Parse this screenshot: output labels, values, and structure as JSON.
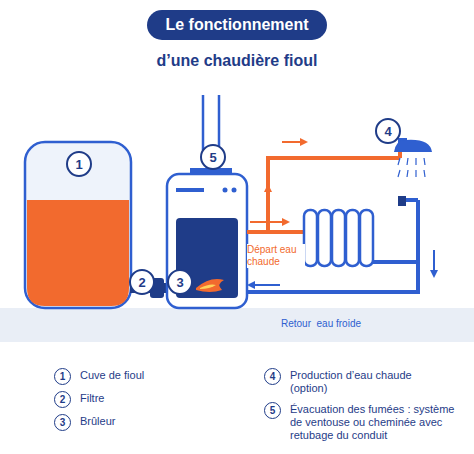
{
  "diagram": {
    "nodes": [
      {
        "text": [
          "Le fonctionnement"
        ]
      },
      {
        "text": [
          "1"
        ]
      },
      {
        "text": [
          "5"
        ]
      },
      {
        "text": [
          "4"
        ]
      },
      {
        "text": [
          "2"
        ]
      },
      {
        "text": [
          "3"
        ]
      },
      {
        "text": [
          "1"
        ]
      },
      {
        "text": [
          "2"
        ]
      },
      {
        "text": [
          "3"
        ]
      },
      {
        "text": [
          "4"
        ]
      },
      {
        "text": [
          "5"
        ]
      }
    ],
    "labels": [
      "d’une chaudière fioul",
      "Départ eau chaude",
      "Retour  eau froide",
      "Cuve de fioul",
      "Filtre",
      "Brûleur",
      "Production d’eau chaude (option)",
      "Évacuation des fumées : système de ventouse ou cheminée avec retubage du conduit"
    ]
  }
}
